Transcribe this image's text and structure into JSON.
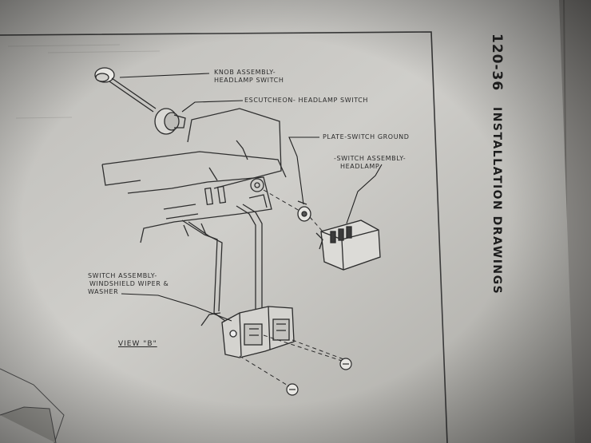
{
  "header": {
    "page_number": "120-36",
    "section_title": "INSTALLATION DRAWINGS"
  },
  "callouts": {
    "knob_line1": "KNOB ASSEMBLY-",
    "knob_line2": "HEADLAMP SWITCH",
    "escutcheon": "ESCUTCHEON- HEADLAMP SWITCH",
    "plate": "PLATE-SWITCH GROUND",
    "switch_line1": "-SWITCH ASSEMBLY-",
    "switch_line2": "HEADLAMP",
    "wiper_line1": "SWITCH ASSEMBLY-",
    "wiper_line2": "WINDSHIELD WIPER &",
    "wiper_line3": "WASHER",
    "view": "VIEW \"B\""
  },
  "colors": {
    "paper": "#c9c8c4",
    "paper_shadow": "#8f8d88",
    "ink": "#2b2b2b",
    "background": "#2a2725"
  }
}
